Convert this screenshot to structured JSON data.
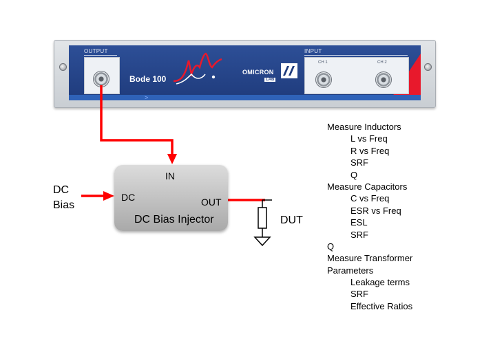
{
  "device": {
    "output_label": "OUTPUT",
    "input_label": "INPUT",
    "model": "Bode 100",
    "brand": "OMICRON",
    "brand_sub": "LAB",
    "ch1_label": "CH 1",
    "ch2_label": "CH 2",
    "face_color": "#213f82",
    "accent_red": "#e8192c"
  },
  "diagram": {
    "in_label": "IN",
    "dc_label": "DC",
    "out_label": "OUT",
    "box_label": "DC Bias Injector",
    "bias_line1": "DC",
    "bias_line2": "Bias",
    "dut_label": "DUT",
    "wire_color": "#ff0000"
  },
  "measurements": [
    {
      "text": "Measure Inductors",
      "indent": 0
    },
    {
      "text": "L vs Freq",
      "indent": 1
    },
    {
      "text": "R vs Freq",
      "indent": 1
    },
    {
      "text": "SRF",
      "indent": 1
    },
    {
      "text": "Q",
      "indent": 1
    },
    {
      "text": "Measure Capacitors",
      "indent": 0
    },
    {
      "text": "C vs Freq",
      "indent": 1
    },
    {
      "text": "ESR vs Freq",
      "indent": 1
    },
    {
      "text": "ESL",
      "indent": 1
    },
    {
      "text": "SRF",
      "indent": 1
    },
    {
      "text": "Q",
      "indent": 0
    },
    {
      "text": "Measure Transformer",
      "indent": 0
    },
    {
      "text": "Parameters",
      "indent": 0
    },
    {
      "text": "Leakage terms",
      "indent": 1
    },
    {
      "text": "SRF",
      "indent": 1
    },
    {
      "text": "Effective Ratios",
      "indent": 1
    }
  ]
}
